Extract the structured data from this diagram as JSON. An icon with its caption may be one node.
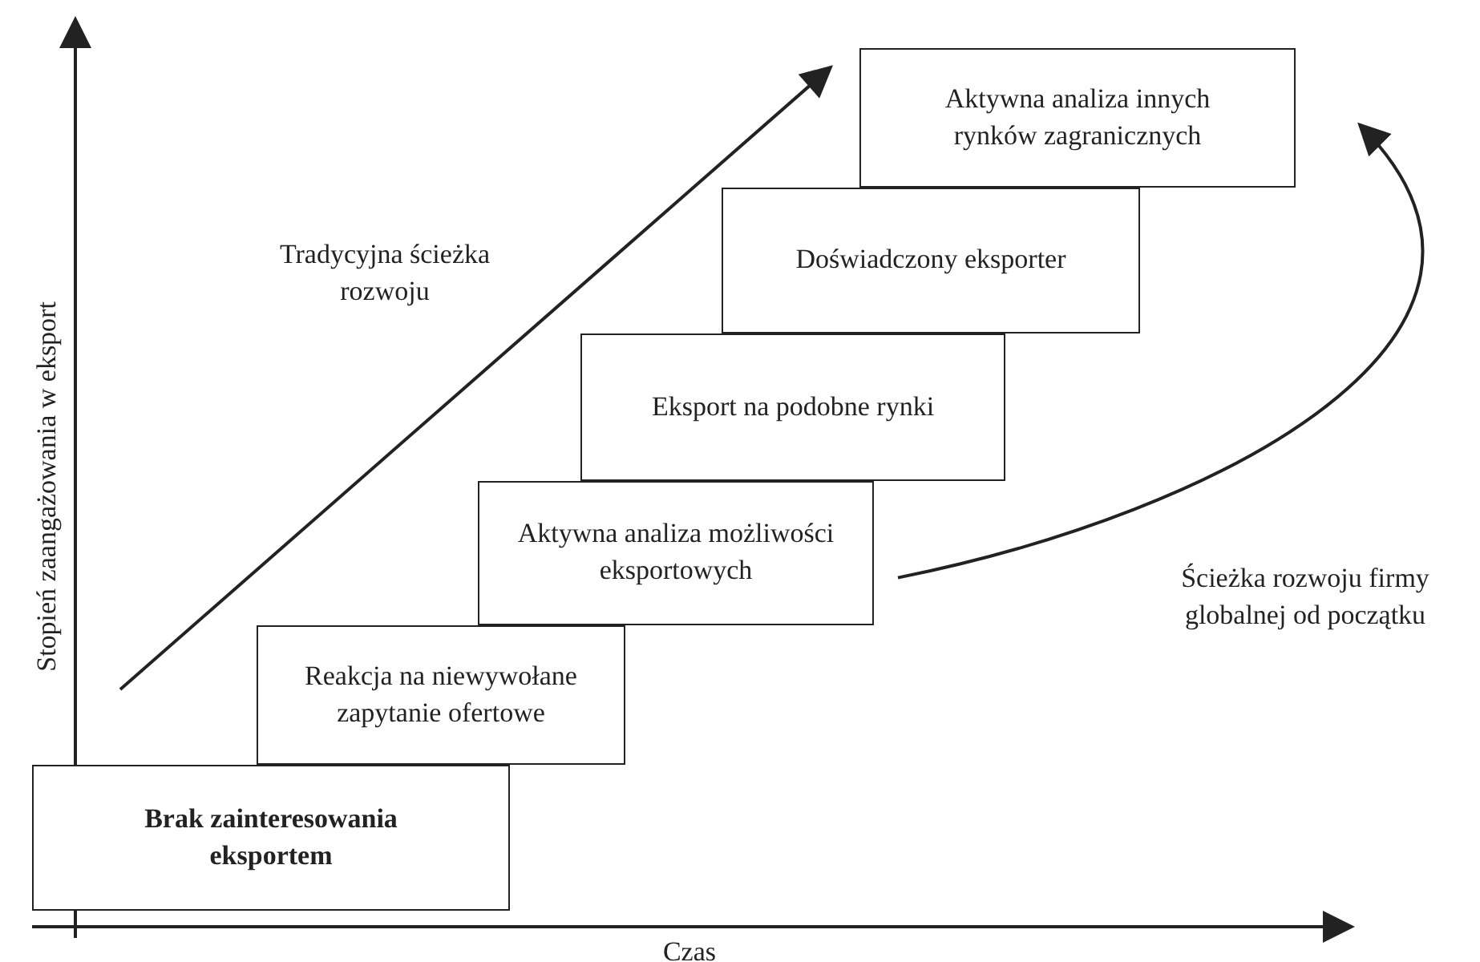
{
  "diagram": {
    "nodes": [
      {
        "text": [
          "Brak zainteresowania eksportem"
        ]
      },
      {
        "text": [
          "Reakcja na niewywołane zapytanie ofertowe"
        ]
      },
      {
        "text": [
          "Aktywna analiza możliwości eksportowych"
        ]
      },
      {
        "text": [
          "Eksport na podobne rynki"
        ]
      },
      {
        "text": [
          "Doświadczony eksporter"
        ]
      },
      {
        "text": [
          "Aktywna analiza innych rynków zagranicznych"
        ]
      }
    ],
    "edges": [
      {
        "from": 2,
        "to": 5,
        "arrow": "to"
      }
    ],
    "labels": [
      "Stopień zaangażowania w eksport",
      "Czas",
      "Tradycyjna ścieżka rozwoju",
      "Ścieżka rozwoju firmy globalnej od początku"
    ]
  }
}
